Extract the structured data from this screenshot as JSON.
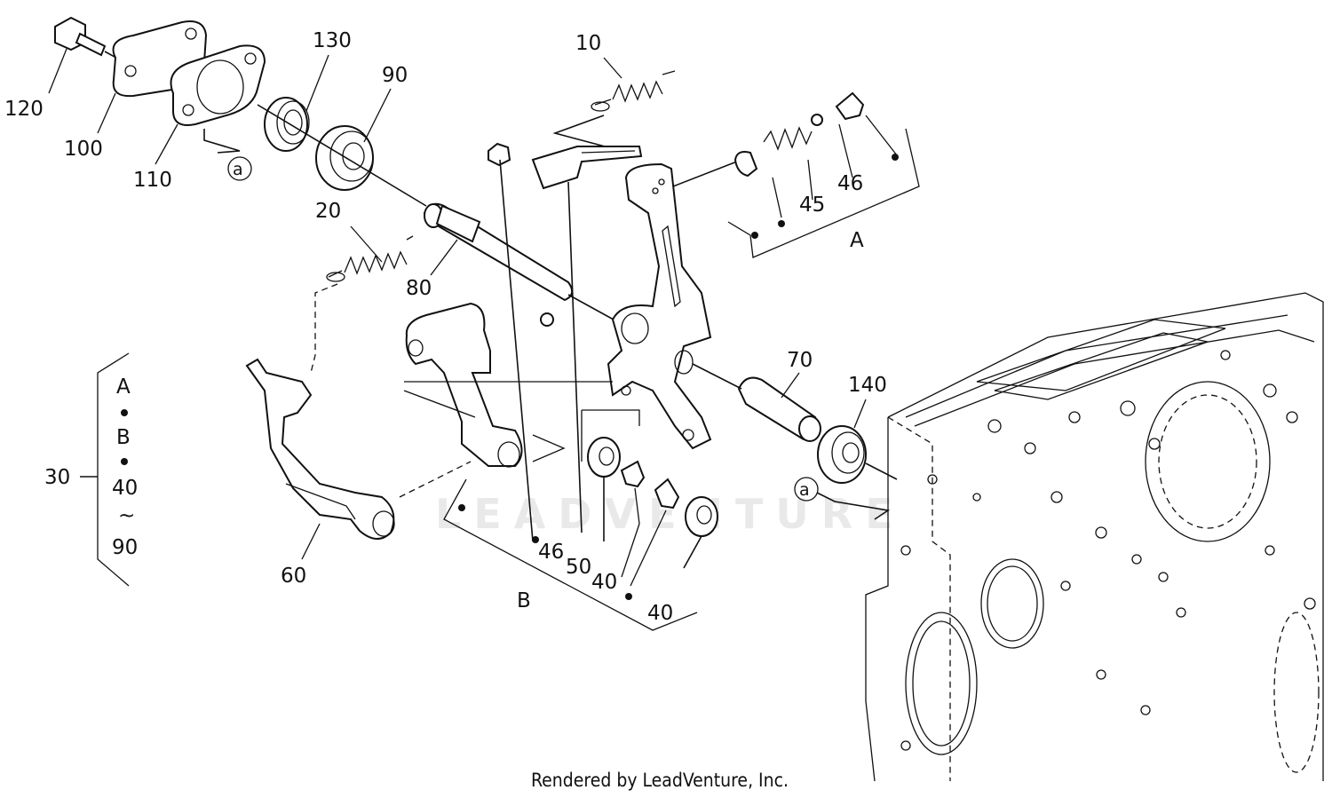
{
  "watermark": "LEADVENTURE",
  "footer": "Rendered by LeadVenture, Inc.",
  "callouts": {
    "p10": "10",
    "p20": "20",
    "p30": "30",
    "p40a": "40",
    "p40b": "40",
    "p45": "45",
    "p46a": "46",
    "p46b": "46",
    "p50": "50",
    "p60": "60",
    "p70": "70",
    "p80": "80",
    "p90": "90",
    "p100": "100",
    "p110": "110",
    "p120": "120",
    "p130": "130",
    "p140": "140"
  },
  "group_labels": {
    "a": "A",
    "b": "B"
  },
  "ref_marks": {
    "a1": "a",
    "a2": "a"
  },
  "kit_legend": {
    "a": "A",
    "b": "B",
    "from": "40",
    "sep": "~",
    "to": "90"
  }
}
